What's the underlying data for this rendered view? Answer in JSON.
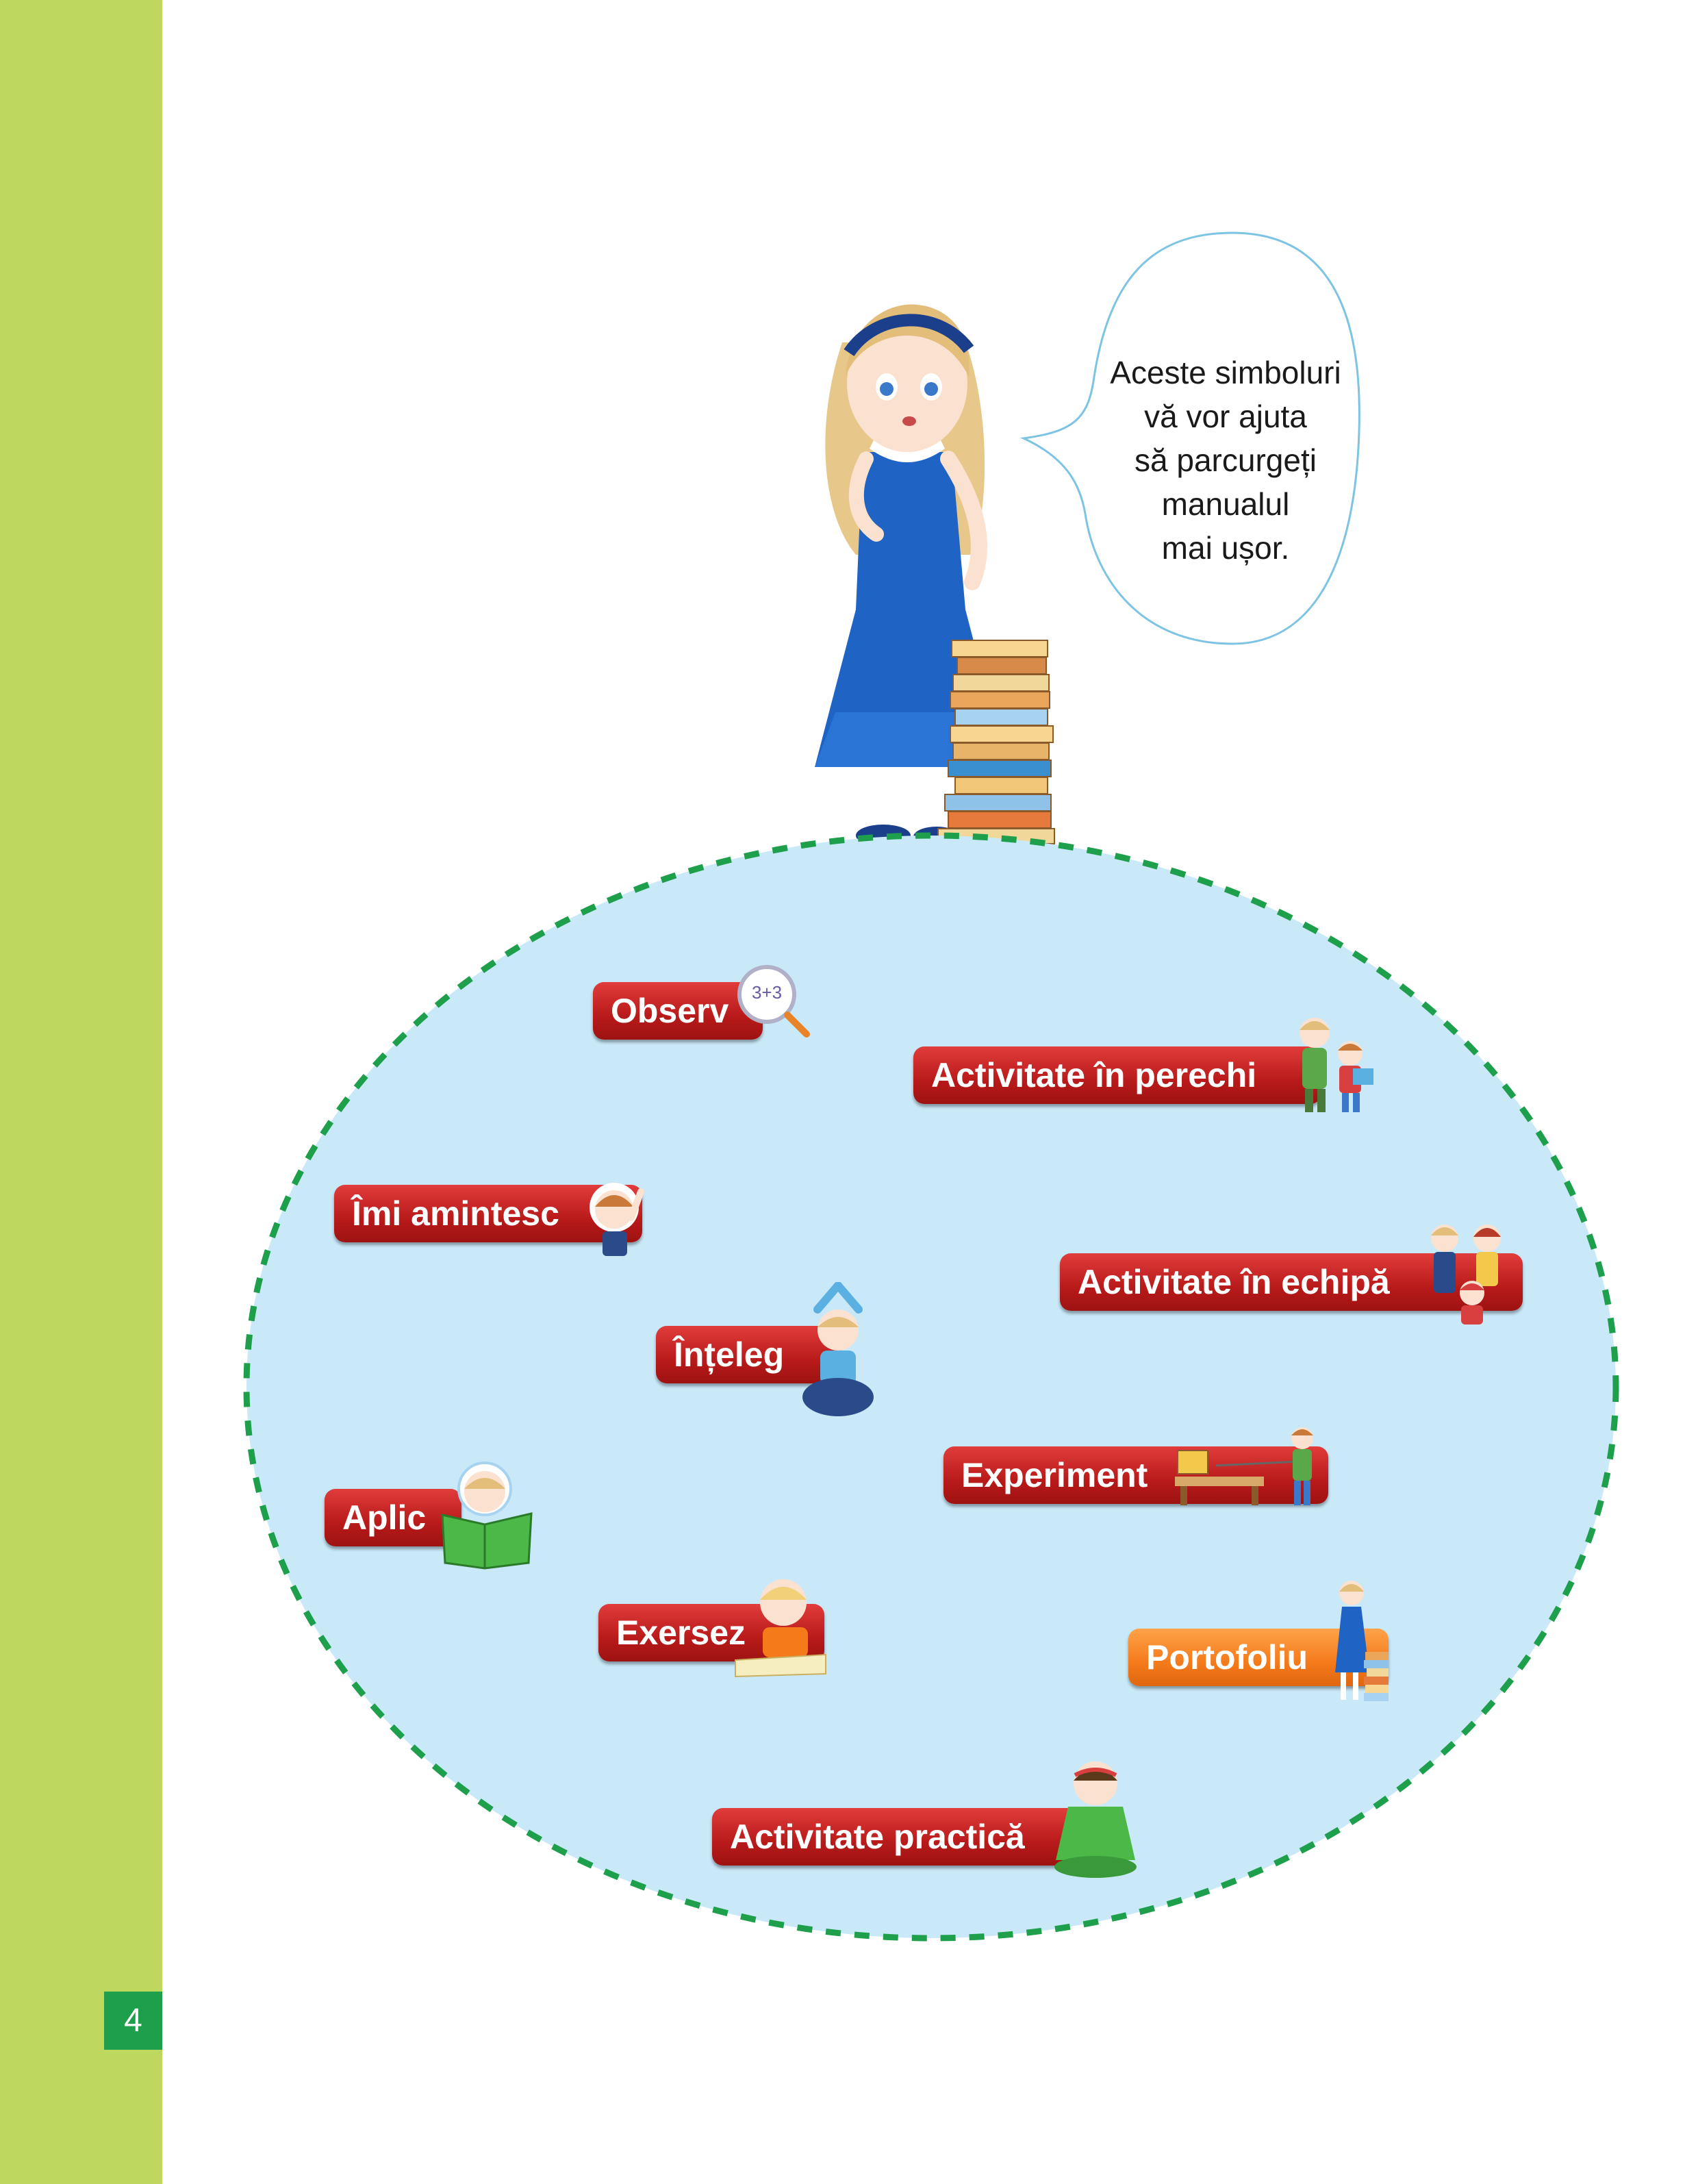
{
  "page": {
    "number": "4"
  },
  "speech_bubble": {
    "lines": [
      "Aceste simboluri",
      "vă vor ajuta",
      "să parcurgeți",
      "manualul",
      "mai ușor."
    ]
  },
  "symbols": [
    {
      "label": "Observ",
      "icon": "magnifier-icon",
      "icon_text": "3+3"
    },
    {
      "label": "Activitate în perechi",
      "icon": "pair-children-icon"
    },
    {
      "label": "Îmi amintesc",
      "icon": "thinking-child-icon"
    },
    {
      "label": "Activitate în echipă",
      "icon": "team-children-icon"
    },
    {
      "label": "Înțeleg",
      "icon": "sitting-child-icon"
    },
    {
      "label": "Experiment",
      "icon": "experiment-child-icon"
    },
    {
      "label": "Aplic",
      "icon": "reading-child-icon"
    },
    {
      "label": "Exersez",
      "icon": "writing-child-icon"
    },
    {
      "label": "Portofoliu",
      "icon": "girl-with-books-icon"
    },
    {
      "label": "Activitate practică",
      "icon": "crafting-child-icon"
    }
  ],
  "colors": {
    "side_band": "#bed75e",
    "page_number_bg": "#1d9f4b",
    "oval_fill": "#c9e8f8",
    "oval_border": "#1d9f4b",
    "label_red": "#c42222",
    "label_orange": "#f47a1a"
  }
}
